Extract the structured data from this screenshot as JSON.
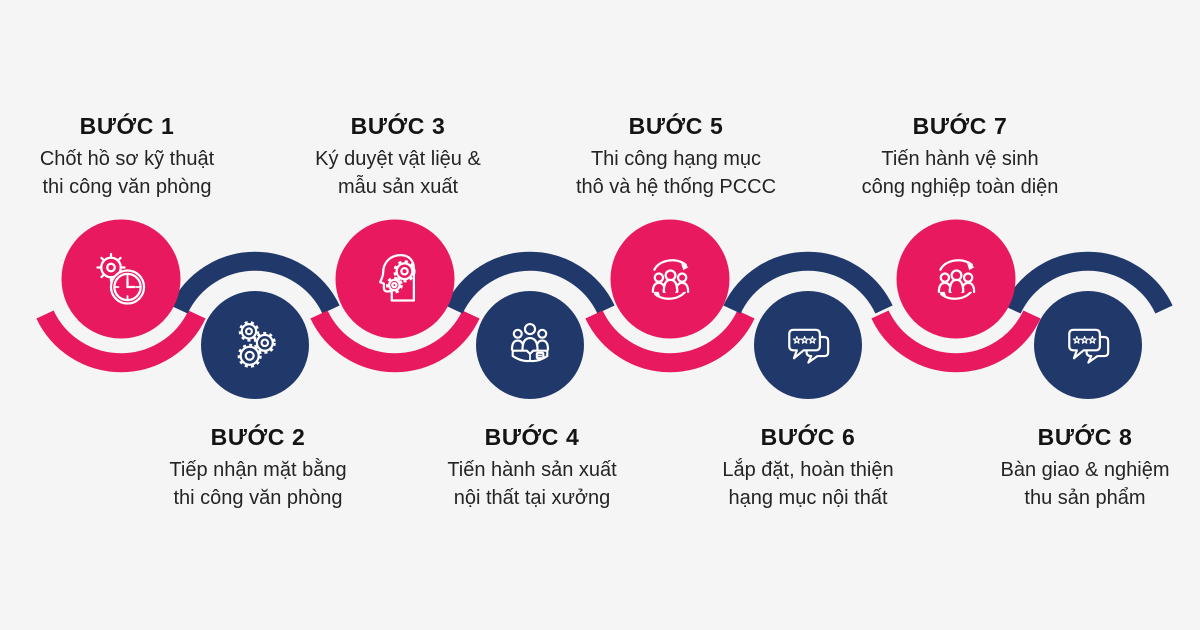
{
  "diagram": {
    "type": "process-flow",
    "step_count": 8
  },
  "colors": {
    "pink": "#E8195F",
    "navy": "#21386B",
    "background": "#F5F5F6",
    "text": "#1E1E1E"
  },
  "steps": [
    {
      "id": 1,
      "label": "BƯỚC 1",
      "lines": [
        "Chốt hồ sơ kỹ thuật",
        "thi công văn phòng"
      ],
      "row": "top",
      "color": "pink",
      "icon": "gear-clock-icon"
    },
    {
      "id": 2,
      "label": "BƯỚC 2",
      "lines": [
        "Tiếp nhận mặt bằng",
        "thi công văn phòng"
      ],
      "row": "bottom",
      "color": "navy",
      "icon": "gears-icon"
    },
    {
      "id": 3,
      "label": "BƯỚC 3",
      "lines": [
        "Ký duyệt vật liệu &",
        "mẫu sản xuất"
      ],
      "row": "top",
      "color": "pink",
      "icon": "head-gears-icon"
    },
    {
      "id": 4,
      "label": "BƯỚC 4",
      "lines": [
        "Tiến hành sản xuất",
        "nội thất tại xưởng"
      ],
      "row": "bottom",
      "color": "navy",
      "icon": "team-book-icon"
    },
    {
      "id": 5,
      "label": "BƯỚC 5",
      "lines": [
        "Thi công hạng mục",
        "thô và hệ thống PCCC"
      ],
      "row": "top",
      "color": "pink",
      "icon": "team-sync-icon"
    },
    {
      "id": 6,
      "label": "BƯỚC 6",
      "lines": [
        "Lắp đặt, hoàn thiện",
        "hạng mục nội thất"
      ],
      "row": "bottom",
      "color": "navy",
      "icon": "feedback-stars-icon"
    },
    {
      "id": 7,
      "label": "BƯỚC 7",
      "lines": [
        "Tiến hành vệ sinh",
        "công nghiệp toàn diện"
      ],
      "row": "top",
      "color": "pink",
      "icon": "team-sync-icon"
    },
    {
      "id": 8,
      "label": "BƯỚC 8",
      "lines": [
        "Bàn giao & nghiệm",
        "thu sản phẩm"
      ],
      "row": "bottom",
      "color": "navy",
      "icon": "feedback-stars-icon"
    }
  ]
}
